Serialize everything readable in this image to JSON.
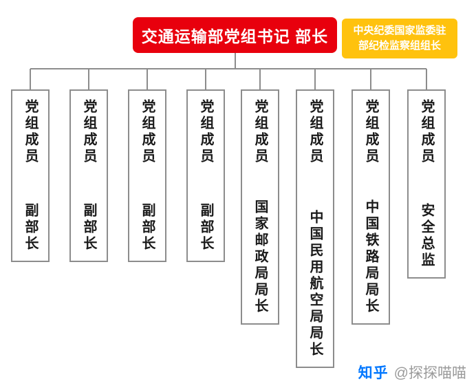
{
  "header": {
    "title": "交通运输部党组书记 部长",
    "title_bg": "#e8000d",
    "side_note_line1": "中央纪委国家监委驻",
    "side_note_line2": "部纪检监察组组长",
    "side_bg": "#ffc20e"
  },
  "columns": [
    {
      "group": "党组成员",
      "title": "副部长"
    },
    {
      "group": "党组成员",
      "title": "副部长"
    },
    {
      "group": "党组成员",
      "title": "副部长"
    },
    {
      "group": "党组成员",
      "title": "副部长"
    },
    {
      "group": "党组成员",
      "title": "国家邮政局局长"
    },
    {
      "group": "党组成员",
      "title": "中国民用航空局局长"
    },
    {
      "group": "党组成员",
      "title": "中国铁路局局长"
    },
    {
      "group": "党组成员",
      "title": "安全总监"
    }
  ],
  "watermark": {
    "brand": "知乎",
    "handle": "@探探喵喵"
  }
}
